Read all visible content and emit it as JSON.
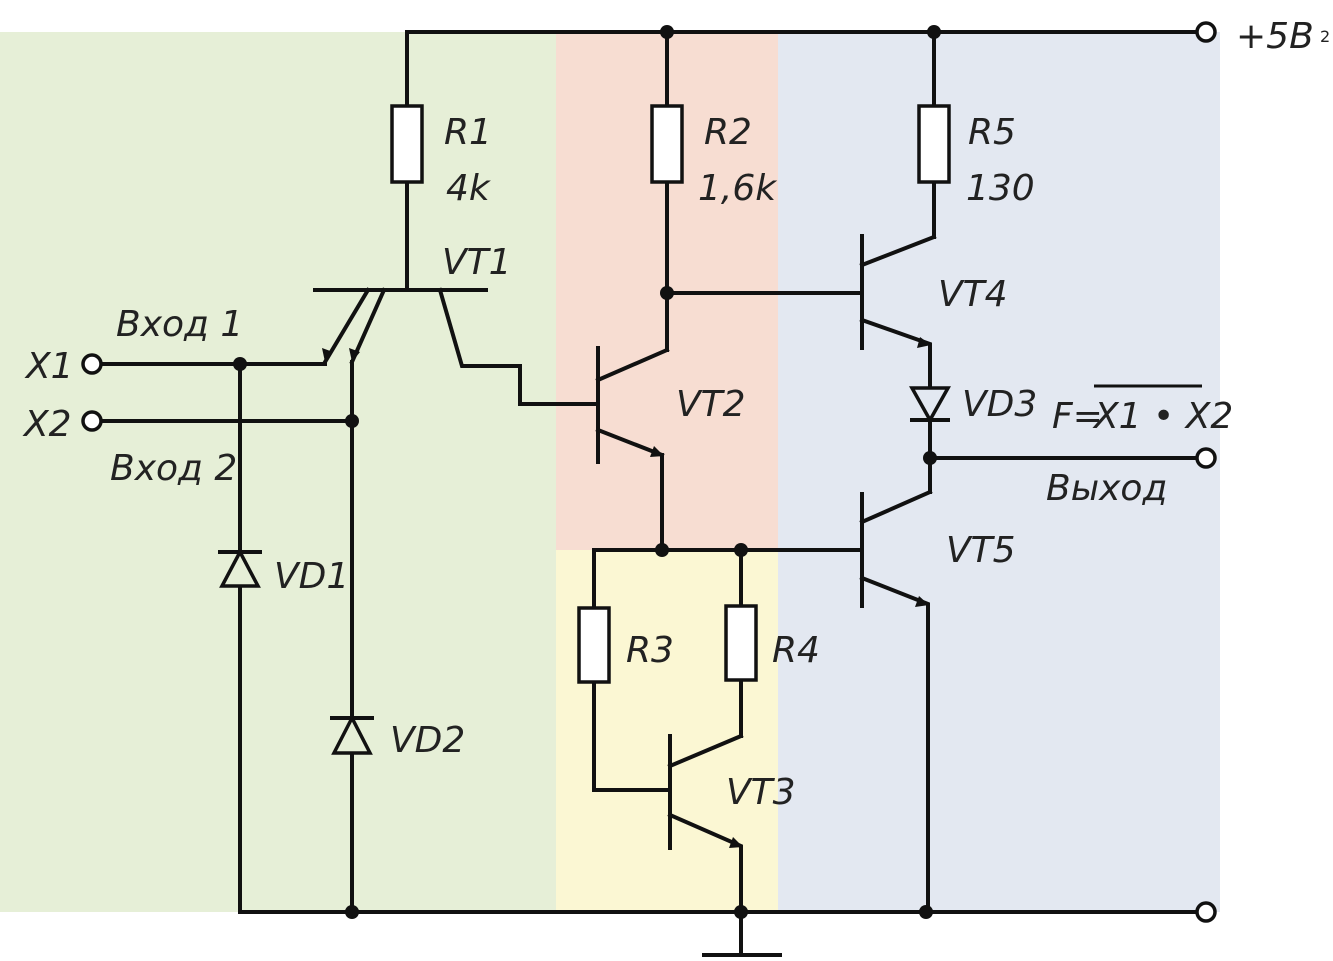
{
  "colors": {
    "input_zone": "#e6efd7",
    "vt2_zone": "#f7ddd2",
    "vt3_zone": "#fbf7d3",
    "output_zone": "#e3e8f1",
    "wire": "#111111"
  },
  "labels": {
    "supply": "+5В",
    "page_number": "2",
    "vt1": "VT1",
    "vt2": "VT2",
    "vt3": "VT3",
    "vt4": "VT4",
    "vt5": "VT5",
    "r1_name": "R1",
    "r1_value": "4k",
    "r2_name": "R2",
    "r2_value": "1,6k",
    "r5_name": "R5",
    "r5_value": "130",
    "r3": "R3",
    "r4": "R4",
    "vd1": "VD1",
    "vd2": "VD2",
    "vd3": "VD3",
    "x1": "X1",
    "x2": "X2",
    "input1": "Вход 1",
    "input2": "Вход 2",
    "output": "Выход",
    "formula_lhs": "F=",
    "formula_rhs": "X1 • X2"
  }
}
